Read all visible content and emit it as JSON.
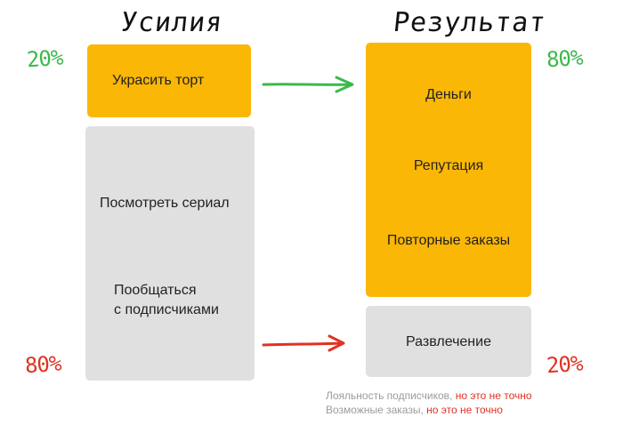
{
  "headings": {
    "effort": "Усилия",
    "result": "Результат"
  },
  "percentages": {
    "effort_top": "20%",
    "effort_bottom": "80%",
    "result_top": "80%",
    "result_bottom": "20%"
  },
  "effort_blocks": {
    "top": {
      "label": "Украсить торт"
    },
    "bottom": {
      "items": [
        "Посмотреть сериал",
        "Пообщаться",
        "с подписчиками"
      ]
    }
  },
  "result_blocks": {
    "top": {
      "items": [
        "Деньги",
        "Репутация",
        "Повторные заказы"
      ]
    },
    "bottom": {
      "label": "Развлечение"
    }
  },
  "notes": [
    {
      "text": "Лояльность подписчиков,",
      "warn": "но это не точно"
    },
    {
      "text": "Возможные заказы,",
      "warn": "но это не точно"
    }
  ],
  "colors": {
    "orange": "#fbb706",
    "gray": "#e0e0e0",
    "green": "#3cb94a",
    "red": "#e03222"
  }
}
